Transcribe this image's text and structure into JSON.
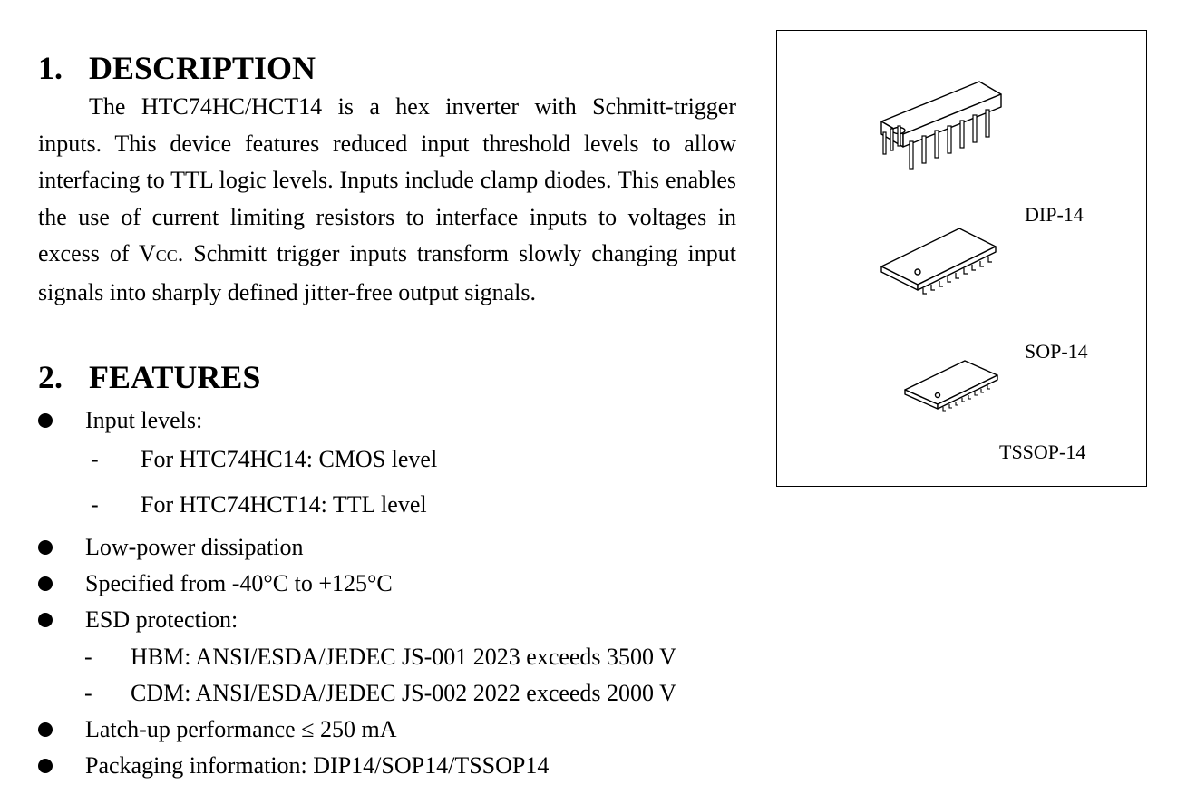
{
  "description": {
    "number": "1.",
    "title": "DESCRIPTION",
    "text_before_sub": "The HTC74HC/HCT14 is a hex inverter with Schmitt-trigger inputs. This device features reduced input threshold levels to allow interfacing to TTL logic levels. Inputs include clamp diodes. This enables the use of current limiting resistors to interface inputs to voltages in excess of V",
    "subscript": "CC",
    "text_after_sub": ". Schmitt trigger inputs transform slowly changing input signals into sharply defined jitter-free output signals."
  },
  "features": {
    "number": "2.",
    "title": "FEATURES",
    "input_levels": "Input levels:",
    "input_hc": "For HTC74HC14: CMOS level",
    "input_hct": "For HTC74HCT14: TTL level",
    "low_power": "Low-power dissipation",
    "temp": "Specified from -40°C to +125°C",
    "esd": "ESD protection:",
    "esd_hbm": "HBM: ANSI/ESDA/JEDEC JS-001 2023  exceeds 3500 V",
    "esd_cdm": "CDM: ANSI/ESDA/JEDEC JS-002 2022  exceeds 2000 V",
    "latchup": "Latch-up performance ≤ 250 mA",
    "packaging": "Packaging information: DIP14/SOP14/TSSOP14",
    "dash": "-"
  },
  "packages": {
    "dip": "DIP-14",
    "sop": "SOP-14",
    "tssop": "TSSOP-14"
  }
}
